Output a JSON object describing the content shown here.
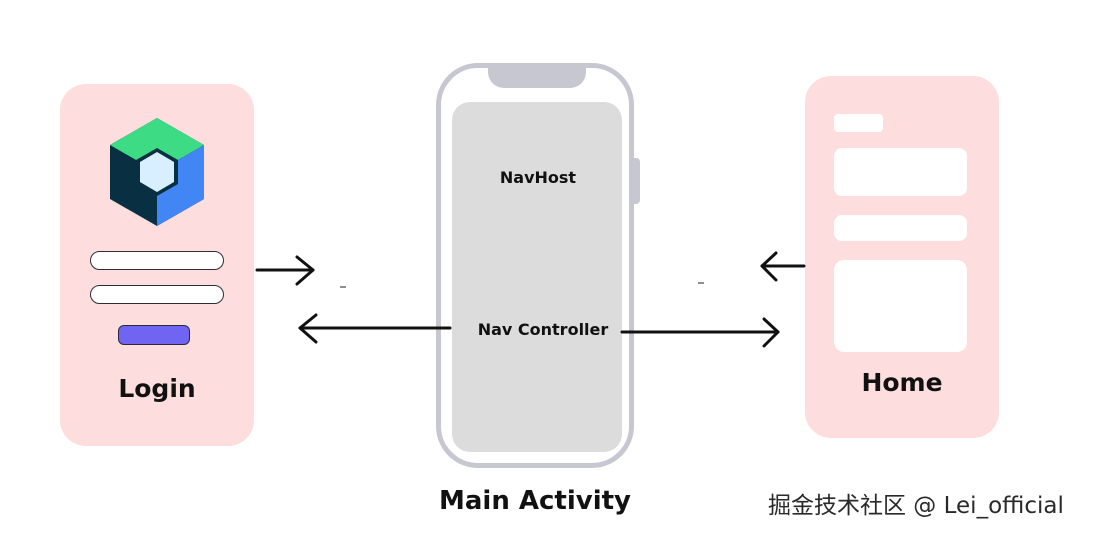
{
  "login": {
    "title": "Login"
  },
  "phone": {
    "navhost_label": "NavHost",
    "nav_controller_label": "Nav Controller",
    "caption": "Main Activity"
  },
  "home": {
    "title": "Home"
  },
  "watermark": "掘金技术社区 @ Lei_official",
  "icons": {
    "login_logo": "jetpack-compose-logo-icon"
  },
  "colors": {
    "card_bg": "#fddddd",
    "phone_frame": "#c7c7d2",
    "phone_screen": "#dcdcdc",
    "button_accent": "#7065f2",
    "logo_green": "#3ddc84",
    "logo_blue": "#4285f4",
    "logo_dark": "#083042"
  }
}
